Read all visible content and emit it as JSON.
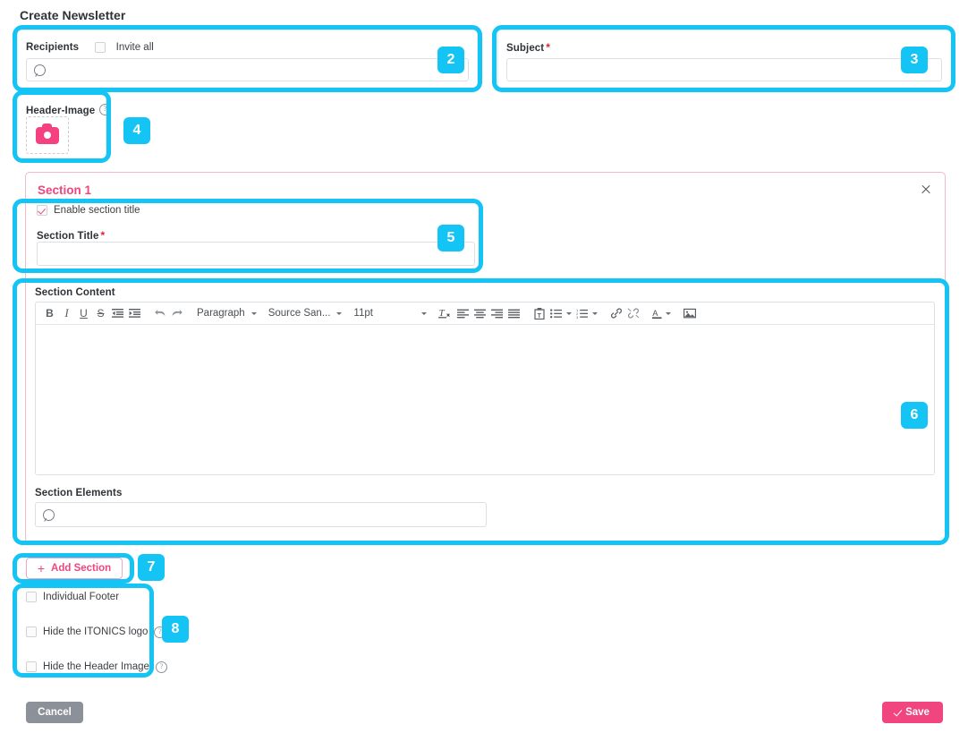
{
  "page_title": "Create Newsletter",
  "colors": {
    "annotation_cyan": "#13c4f5",
    "brand_pink": "#f0457f",
    "required_red": "#e8202a",
    "cancel_grey": "#8b9099",
    "section_border_pink": "#f3b9cf"
  },
  "recipients": {
    "label": "Recipients",
    "invite_all_label": "Invite all",
    "invite_all_checked": false,
    "search_value": "",
    "search_placeholder": ""
  },
  "subject": {
    "label": "Subject",
    "required_marker": "*",
    "value": "",
    "placeholder": ""
  },
  "header_image": {
    "label": "Header-Image",
    "help_marker": "?",
    "upload_icon": "camera-icon"
  },
  "section": {
    "title": "Section 1",
    "close_icon": "close-icon",
    "enable_title_label": "Enable section title",
    "enable_title_checked": true,
    "section_title_label": "Section Title",
    "section_title_required": "*",
    "section_title_value": "",
    "section_content_label": "Section Content",
    "content_value": "",
    "section_elements_label": "Section Elements",
    "section_elements_value": "",
    "section_elements_placeholder": ""
  },
  "editor_toolbar": {
    "buttons": [
      {
        "name": "bold-icon",
        "label": "B"
      },
      {
        "name": "italic-icon",
        "label": "I"
      },
      {
        "name": "underline-icon",
        "label": "U"
      },
      {
        "name": "strikethrough-icon",
        "label": "S"
      },
      {
        "name": "outdent-icon",
        "label": ""
      },
      {
        "name": "indent-icon",
        "label": ""
      },
      {
        "name": "undo-icon",
        "label": ""
      },
      {
        "name": "redo-icon",
        "label": ""
      }
    ],
    "block_format": "Paragraph",
    "font_family": "Source San...",
    "font_size": "11pt",
    "trailing_buttons": [
      {
        "name": "clear-formatting-icon",
        "label": ""
      },
      {
        "name": "align-left-icon",
        "label": ""
      },
      {
        "name": "align-center-icon",
        "label": ""
      },
      {
        "name": "align-right-icon",
        "label": ""
      },
      {
        "name": "align-justify-icon",
        "label": ""
      },
      {
        "name": "paste-text-icon",
        "label": ""
      },
      {
        "name": "bullet-list-icon",
        "label": ""
      },
      {
        "name": "numbered-list-icon",
        "label": ""
      },
      {
        "name": "link-icon",
        "label": ""
      },
      {
        "name": "unlink-icon",
        "label": ""
      },
      {
        "name": "text-color-icon",
        "label": "A"
      },
      {
        "name": "insert-image-icon",
        "label": ""
      }
    ]
  },
  "add_section": {
    "plus": "+",
    "label": "Add Section"
  },
  "footer_options": [
    {
      "label": "Individual Footer",
      "checked": false,
      "help": false
    },
    {
      "label": "Hide the ITONICS logo",
      "checked": false,
      "help": true,
      "help_marker": "?"
    },
    {
      "label": "Hide the Header Image",
      "checked": false,
      "help": true,
      "help_marker": "?"
    }
  ],
  "actions": {
    "cancel_label": "Cancel",
    "save_label": "Save"
  },
  "annotations": [
    {
      "badge": "2",
      "target": "recipients-card"
    },
    {
      "badge": "3",
      "target": "subject-card"
    },
    {
      "badge": "4",
      "target": "header-image-card"
    },
    {
      "badge": "5",
      "target": "section-title-group"
    },
    {
      "badge": "6",
      "target": "section-content-group"
    },
    {
      "badge": "7",
      "target": "add-section-button"
    },
    {
      "badge": "8",
      "target": "footer-options-group"
    }
  ]
}
